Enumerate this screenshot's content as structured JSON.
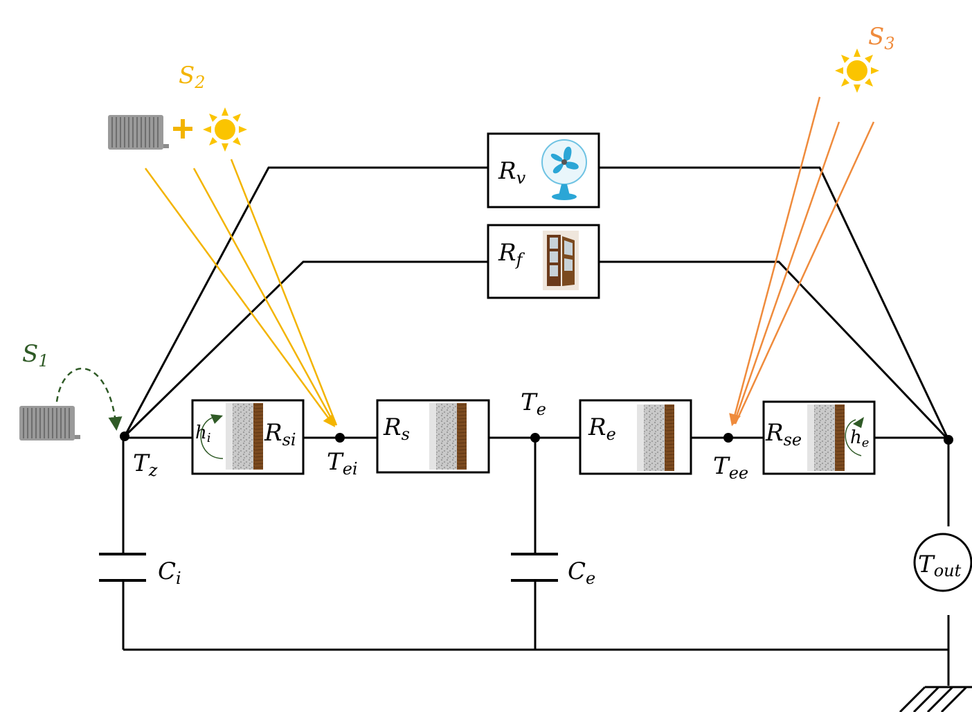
{
  "diagram": {
    "colors": {
      "wire": "#000000",
      "s1": "#2f5a26",
      "s2": "#f3b400",
      "s3": "#ef8b3c",
      "sun": "#fbc400",
      "radiator": "#8c8c8c",
      "insulation": "#b8b8b8",
      "wood": "#7b4a1f"
    },
    "sources": {
      "s1": {
        "base": "S",
        "sub": "1"
      },
      "s2": {
        "base": "S",
        "sub": "2"
      },
      "s3": {
        "base": "S",
        "sub": "3"
      }
    },
    "icons": [
      "radiator-icon",
      "sun-icon",
      "fan-icon",
      "window-icon",
      "wall-layer-icon",
      "convection-arrow-icon",
      "ground-icon"
    ],
    "nodes": {
      "tz": {
        "base": "T",
        "sub": "z"
      },
      "tei": {
        "base": "T",
        "sub": "ei"
      },
      "te": {
        "base": "T",
        "sub": "e"
      },
      "tee": {
        "base": "T",
        "sub": "ee"
      }
    },
    "resistors": {
      "rv": {
        "base": "R",
        "sub": "v"
      },
      "rf": {
        "base": "R",
        "sub": "f"
      },
      "rsi": {
        "base": "R",
        "sub": "si"
      },
      "rs": {
        "base": "R",
        "sub": "s"
      },
      "re": {
        "base": "R",
        "sub": "e"
      },
      "rse": {
        "base": "R",
        "sub": "se"
      }
    },
    "convection": {
      "hi": {
        "base": "h",
        "sub": "i"
      },
      "he": {
        "base": "h",
        "sub": "e"
      }
    },
    "capacitors": {
      "ci": {
        "base": "C",
        "sub": "i"
      },
      "ce": {
        "base": "C",
        "sub": "e"
      }
    },
    "source_temp": {
      "base": "T",
      "sub": "out"
    }
  }
}
